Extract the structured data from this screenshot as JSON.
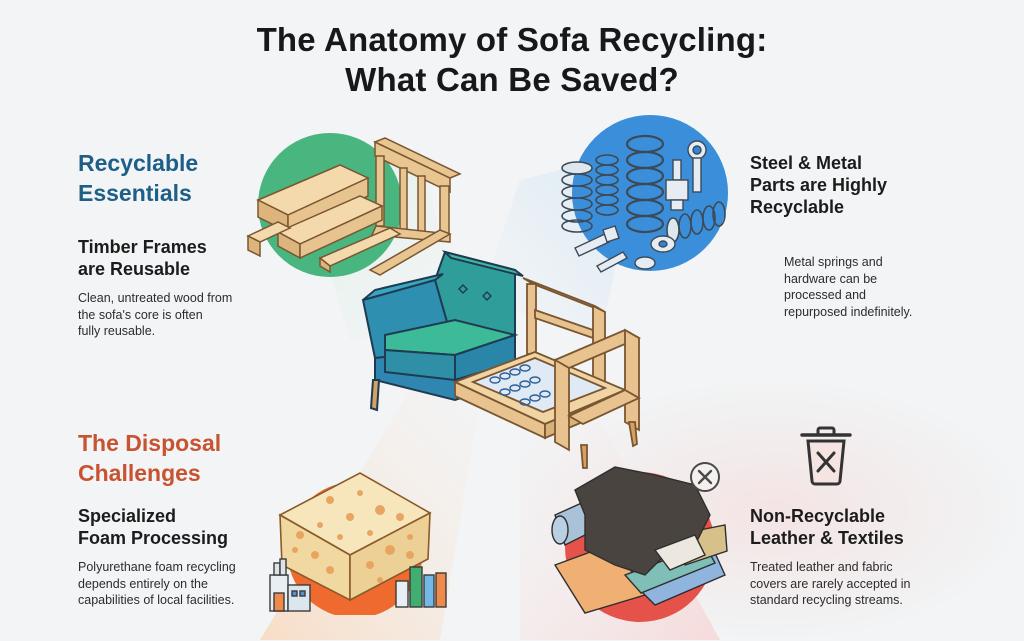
{
  "title": {
    "line1": "The Anatomy of Sofa Recycling:",
    "line2": "What Can Be Saved?"
  },
  "sections": {
    "recyclable": {
      "heading_line1": "Recyclable",
      "heading_line2": "Essentials",
      "color": "#1d5f87"
    },
    "disposal": {
      "heading_line1": "The Disposal",
      "heading_line2": "Challenges",
      "color": "#c85330"
    }
  },
  "panels": {
    "timber": {
      "title_line1": "Timber Frames",
      "title_line2": "are Reusable",
      "body_line1": "Clean, untreated wood from",
      "body_line2": "the sofa's core is often",
      "body_line3": "fully reusable.",
      "icon": "timber-icon",
      "accent": "#3fb07a"
    },
    "metal": {
      "title_line1": "Steel & Metal",
      "title_line2": "Parts are Highly",
      "title_line3": "Recyclable",
      "body_line1": "Metal springs and",
      "body_line2": "hardware can be",
      "body_line3": "processed and",
      "body_line4": "repurposed indefinitely.",
      "icon": "springs-icon",
      "accent": "#2f86d6"
    },
    "foam": {
      "title_line1": "Specialized",
      "title_line2": "Foam Processing",
      "body_line1": "Polyurethane foam recycling",
      "body_line2": "depends entirely on the",
      "body_line3": "capabilities of local facilities.",
      "icon": "foam-icon",
      "accent": "#ef6a2e"
    },
    "textiles": {
      "title_line1": "Non-Recyclable",
      "title_line2": "Leather & Textiles",
      "body_line1": "Treated leather and fabric",
      "body_line2": "covers are rarely accepted in",
      "body_line3": "standard recycling streams.",
      "icon": "textiles-icon",
      "accent": "#e5524a"
    }
  },
  "center": {
    "icon": "sofa-cutaway-icon"
  }
}
